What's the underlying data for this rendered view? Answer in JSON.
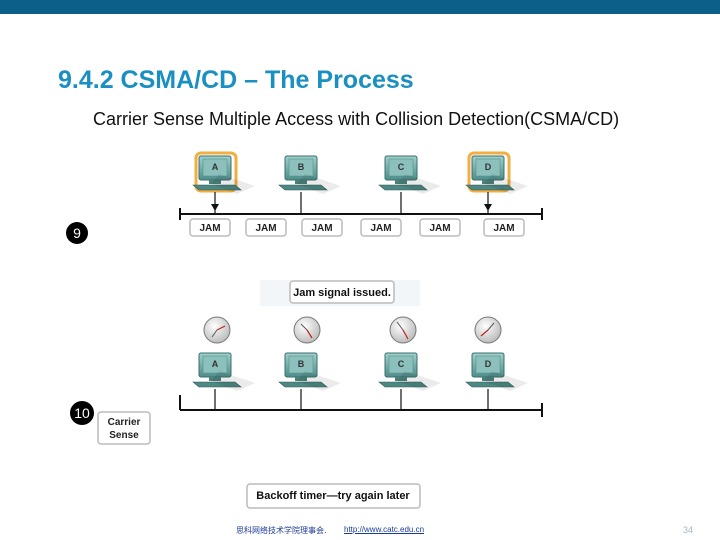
{
  "header": {
    "title": "9.4.2 CSMA/CD – The Process",
    "subtitle": "Carrier Sense Multiple Access with Collision Detection(CSMA/CD)"
  },
  "step9": {
    "number": "9",
    "hosts": [
      "A",
      "B",
      "C",
      "D"
    ],
    "jam_labels": [
      "JAM",
      "JAM",
      "JAM",
      "JAM",
      "JAM",
      "JAM"
    ],
    "caption": "Jam signal issued."
  },
  "step10": {
    "number": "10",
    "hosts": [
      "A",
      "B",
      "C",
      "D"
    ],
    "side_label_line1": "Carrier",
    "side_label_line2": "Sense",
    "caption": "Backoff timer—try again later"
  },
  "footer": {
    "org": "思科网络技术学院理事会.",
    "url": "http://www.catc.edu.cn",
    "page": "34"
  },
  "colors": {
    "topbar": "#0b5f88",
    "title": "#1a8fc2",
    "highlight": "#f0a020",
    "monitor": "#5e9e9a",
    "step_badge": "#000000"
  }
}
